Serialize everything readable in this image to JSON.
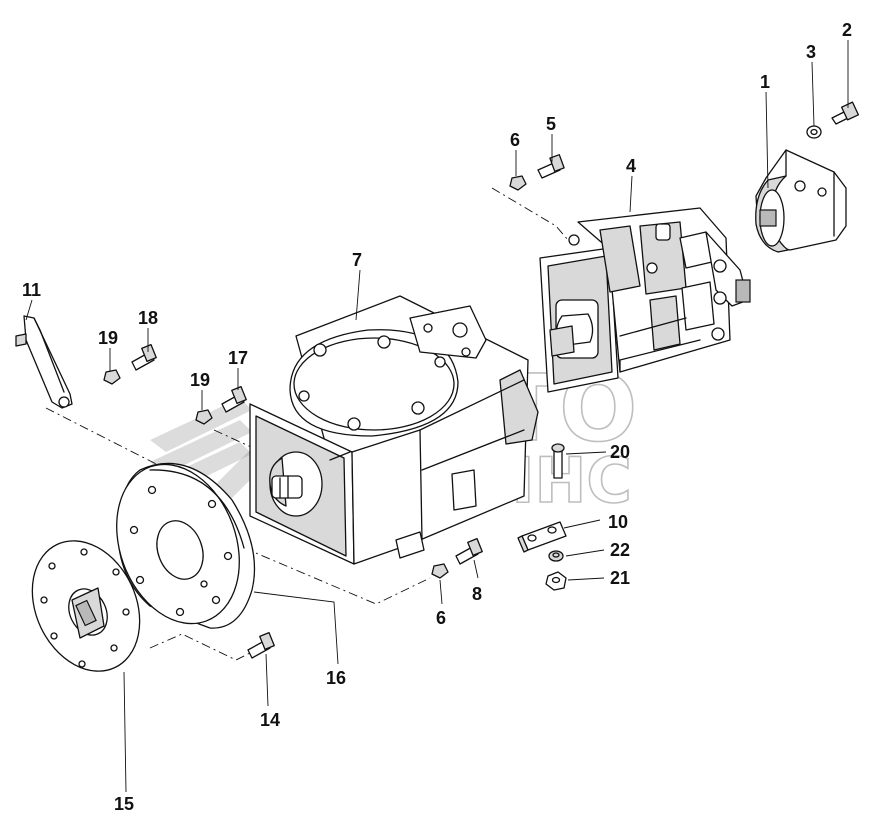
{
  "callouts": {
    "c1": "1",
    "c2": "2",
    "c3": "3",
    "c4": "4",
    "c5": "5",
    "c6a": "6",
    "c6b": "6",
    "c7": "7",
    "c8": "8",
    "c10": "10",
    "c11": "11",
    "c14": "14",
    "c15": "15",
    "c16": "16",
    "c17": "17",
    "c18": "18",
    "c19a": "19",
    "c19b": "19",
    "c20": "20",
    "c21": "21",
    "c22": "22"
  },
  "watermark": {
    "line1": "АВТО",
    "line2": "АЛЬЯНС"
  },
  "colors": {
    "line": "#111111",
    "shade": "#d9d9d9",
    "watermark": "#8a8a8a"
  }
}
